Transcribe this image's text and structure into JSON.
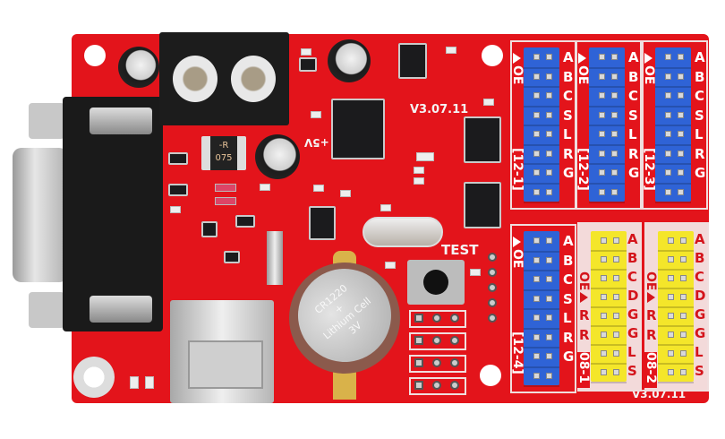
{
  "board": {
    "version_top": "V3.07.11",
    "version_bottom": "V3.07.11",
    "power_label": "+5V",
    "inductor_label": "-R\n075",
    "button_label": "TEST",
    "battery": {
      "model": "CR1220",
      "plus": "+",
      "type": "Lithium Cell",
      "voltage": "3V"
    }
  },
  "headers_12": [
    {
      "name": "[12-1]",
      "oe": "OE",
      "letters": [
        "A",
        "B",
        "C",
        "S",
        "L",
        "R",
        "G"
      ]
    },
    {
      "name": "[12-2]",
      "oe": "OE",
      "letters": [
        "A",
        "B",
        "C",
        "S",
        "L",
        "R",
        "G"
      ]
    },
    {
      "name": "[12-3]",
      "oe": "OE",
      "letters": [
        "A",
        "B",
        "C",
        "S",
        "L",
        "R",
        "G"
      ]
    },
    {
      "name": "[12-4]",
      "oe": "OE",
      "letters": [
        "A",
        "B",
        "C",
        "S",
        "L",
        "R",
        "G"
      ]
    }
  ],
  "headers_08": [
    {
      "name": "08-1",
      "oe": "OE",
      "left": [
        "R",
        "R"
      ],
      "letters": [
        "A",
        "B",
        "C",
        "D",
        "G",
        "G",
        "L",
        "S"
      ]
    },
    {
      "name": "08-2",
      "oe": "OE",
      "left": [
        "R",
        "R"
      ],
      "letters": [
        "A",
        "B",
        "C",
        "D",
        "G",
        "G",
        "L",
        "S"
      ]
    }
  ],
  "colors": {
    "board": "#e3141b",
    "header_12": "#2f63d6",
    "header_08": "#f4e62a"
  }
}
